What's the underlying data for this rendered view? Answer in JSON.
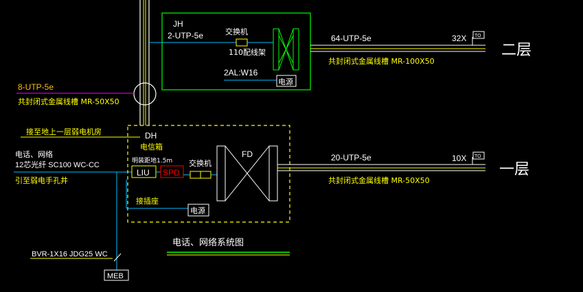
{
  "colors": {
    "background": "#000000",
    "white": "#ffffff",
    "yellow": "#ffff00",
    "orange": "#ffbf00",
    "green": "#00ff00",
    "cyan": "#00bfff",
    "red": "#ff0000",
    "magenta": "#ff00ff"
  },
  "floor2_cabinet": {
    "name": "JH",
    "cable_in": "2-UTP-5e",
    "switch_label": "交换机",
    "patch_panel_label": "110配线架",
    "power_cable": "2AL:W16",
    "power_label": "电源"
  },
  "riser": {
    "cable": "8-UTP-5e",
    "tray": "共封闭式金属线槽 MR-50X50"
  },
  "floor2_run": {
    "cable": "64-UTP-5e",
    "tray": "共封闭式金属线槽 MR-100X50",
    "count": "32X",
    "outlet": "TO",
    "floor_label": "二层"
  },
  "incoming": {
    "note1": "接至地上一层弱电机房",
    "note2": "电话、网络",
    "note3": "12芯光纤 SC100 WC-CC",
    "note4": "引至弱电手孔井"
  },
  "floor1_cabinet": {
    "name": "DH",
    "type": "电信箱",
    "install_note": "明装距地1.5m",
    "liu": "LIU",
    "spd": "SPD",
    "switch_label": "交换机",
    "distribution": "FD",
    "ground_label": "接插座",
    "power_label": "电源"
  },
  "floor1_run": {
    "cable": "20-UTP-5e",
    "tray": "共封闭式金属线槽 MR-50X50",
    "count": "10X",
    "outlet": "TO",
    "floor_label": "一层"
  },
  "grounding": {
    "cable": "BVR-1X16 JDG25 WC",
    "meb": "MEB"
  },
  "title": "电话、网络系统图"
}
